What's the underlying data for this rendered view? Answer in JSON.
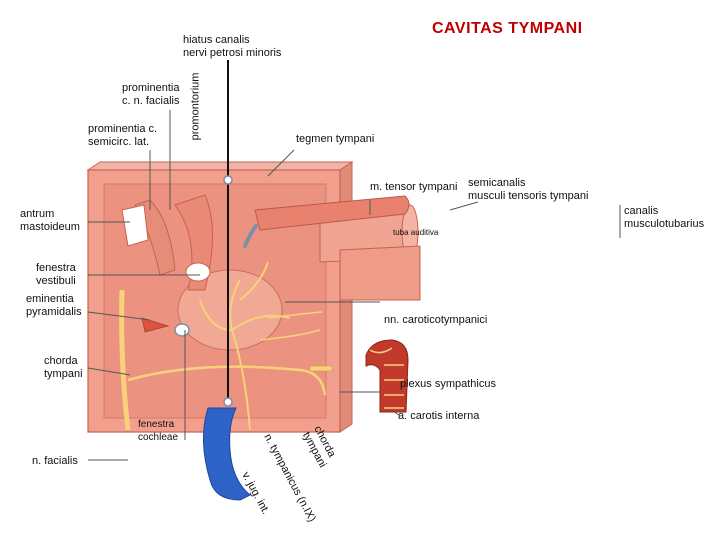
{
  "title": "CAVITAS TYMPANI",
  "labels": {
    "hiatus_line1": "hiatus canalis",
    "hiatus_line2": "nervi petrosi minoris",
    "promontorium": "promontorium",
    "prominentia_facialis_line1": "prominentia",
    "prominentia_facialis_line2": "c. n. facialis",
    "prominentia_semicirc_line1": "prominentia c.",
    "prominentia_semicirc_line2": "semicirc. lat.",
    "tegmen": "tegmen tympani",
    "tensor": "m. tensor tympani",
    "semicanalis_line1": "semicanalis",
    "semicanalis_line2": "musculi tensoris tympani",
    "canalis_line1": "canalis",
    "canalis_line2": "musculotubarius",
    "antrum_line1": "antrum",
    "antrum_line2": "mastoideum",
    "tuba": "tuba auditiva",
    "fenestra_vestibuli_line1": "fenestra",
    "fenestra_vestibuli_line2": "vestibuli",
    "eminentia_line1": "eminentia",
    "eminentia_line2": "pyramidalis",
    "caroticotympanici": "nn. caroticotympanici",
    "chorda_line1": "chorda",
    "chorda_line2": "tympani",
    "plexus": "plexus sympathicus",
    "carotis": "a. carotis interna",
    "fenestra_cochleae_line1": "fenestra",
    "fenestra_cochleae_line2": "cochleae",
    "facialis": "n. facialis",
    "jug": "v. jug. int.",
    "tympanicus": "n. tympanicus (n.IX)",
    "chorda_exit_line1": "chorda",
    "chorda_exit_line2": "tympani"
  },
  "colors": {
    "wall": "#f2a08d",
    "wall_face": "#f4aa98",
    "wall_dark": "#d97b67",
    "wall_edge": "#c8624f",
    "muscle": "#e8826e",
    "nerve": "#f7d27a",
    "vein": "#2e63c7",
    "artery": "#c0392b",
    "title": "#c00000"
  }
}
